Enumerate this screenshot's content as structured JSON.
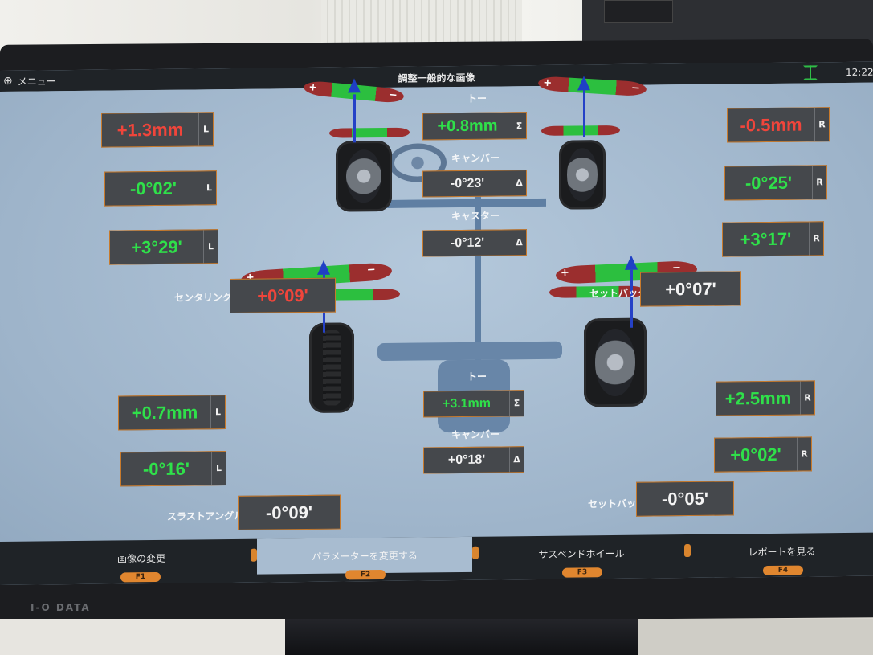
{
  "window": {
    "menu_label": "メニュー",
    "title": "調整一般的な画像",
    "clock": "12:22"
  },
  "front": {
    "toe": {
      "label": "トー",
      "total": "+0.8mm",
      "total_unit": "Σ",
      "left": "+1.3mm",
      "right": "-0.5mm"
    },
    "camber": {
      "label": "キャンバー",
      "cross": "-0°23'",
      "cross_unit": "Δ",
      "left": "-0°02'",
      "right": "-0°25'"
    },
    "caster": {
      "label": "キャスター",
      "cross": "-0°12'",
      "cross_unit": "Δ",
      "left": "+3°29'",
      "right": "+3°17'"
    },
    "centering": {
      "label": "センタリング",
      "value": "+0°09'"
    },
    "setback": {
      "label": "セットバック",
      "value": "+0°07'"
    }
  },
  "rear": {
    "toe": {
      "label": "トー",
      "total": "+3.1mm",
      "total_unit": "Σ",
      "left": "+0.7mm",
      "right": "+2.5mm"
    },
    "camber": {
      "label": "キャンバー",
      "cross": "+0°18'",
      "cross_unit": "Δ",
      "left": "-0°16'",
      "right": "+0°02'"
    },
    "thrust_angle": {
      "label": "スラストアングル",
      "value": "-0°09'"
    },
    "setback": {
      "label": "セットバック",
      "value": "-0°05'"
    }
  },
  "side_tags": {
    "left": "L",
    "right": "R"
  },
  "function_keys": [
    {
      "label": "画像の変更",
      "key": "F1"
    },
    {
      "label": "パラメーターを変更する",
      "key": "F2"
    },
    {
      "label": "サスペンドホイール",
      "key": "F3"
    },
    {
      "label": "レポートを見る",
      "key": "F4"
    }
  ],
  "monitor_brand": "I-O DATA",
  "colors": {
    "in_spec": "#2fe04a",
    "out_of_spec": "#f0453b",
    "panel_border": "#c87a2c",
    "active_key": "#a8bcd0"
  }
}
